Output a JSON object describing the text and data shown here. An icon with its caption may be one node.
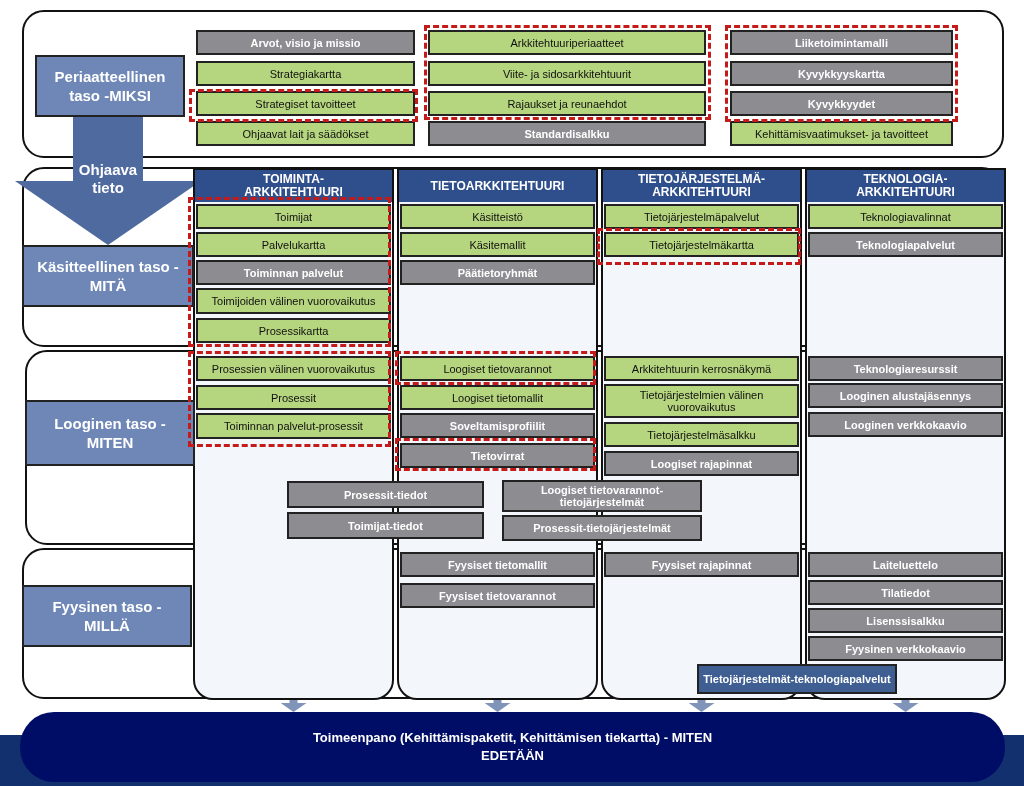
{
  "diagram": {
    "nodes": [
      {
        "text": [
          "Periaatteellinen taso -MIKSI"
        ]
      },
      {
        "text": [
          "Arvot, visio ja missio"
        ]
      },
      {
        "text": [
          "Arkkitehtuuriperiaatteet"
        ]
      },
      {
        "text": [
          "Liiketoimintamalli"
        ]
      },
      {
        "text": [
          "Strategiakartta"
        ]
      },
      {
        "text": [
          "Viite- ja sidosarkkitehtuurit"
        ]
      },
      {
        "text": [
          "Kyvykkyyskartta"
        ]
      },
      {
        "text": [
          "Strategiset tavoitteet"
        ]
      },
      {
        "text": [
          "Rajaukset ja reunaehdot"
        ]
      },
      {
        "text": [
          "Kyvykkyydet"
        ]
      },
      {
        "text": [
          "Ohjaavat lait ja säädökset"
        ]
      },
      {
        "text": [
          "Standardisalkku"
        ]
      },
      {
        "text": [
          "Kehittämisvaatimukset- ja tavoitteet"
        ]
      },
      {
        "text": [
          "Käsitteellinen taso - MITÄ"
        ]
      },
      {
        "text": [
          "Looginen taso - MITEN"
        ]
      },
      {
        "text": [
          "Fyysinen taso - MILLÄ"
        ]
      },
      {
        "text": [
          "TOIMINTA-ARKKITEHTUURI"
        ]
      },
      {
        "text": [
          "Toimijat"
        ],
        "in": 16
      },
      {
        "text": [
          "Palvelukartta"
        ],
        "in": 16
      },
      {
        "text": [
          "Toiminnan palvelut"
        ],
        "in": 16
      },
      {
        "text": [
          "Toimijoiden välinen vuorovaikutus"
        ],
        "in": 16
      },
      {
        "text": [
          "Prosessikartta"
        ],
        "in": 16
      },
      {
        "text": [
          "Prosessien välinen vuorovaikutus"
        ],
        "in": 16
      },
      {
        "text": [
          "Prosessit"
        ],
        "in": 16
      },
      {
        "text": [
          "Toiminnan palvelut-prosessit"
        ],
        "in": 16
      },
      {
        "text": [
          "TIETOARKKITEHTUURI"
        ]
      },
      {
        "text": [
          "Käsitteistö"
        ],
        "in": 25
      },
      {
        "text": [
          "Käsitemallit"
        ],
        "in": 25
      },
      {
        "text": [
          "Päätietoryhmät"
        ],
        "in": 25
      },
      {
        "text": [
          "Loogiset tietovarannot"
        ],
        "in": 25
      },
      {
        "text": [
          "Loogiset tietomallit"
        ],
        "in": 25
      },
      {
        "text": [
          "Soveltamisprofiilit"
        ],
        "in": 25
      },
      {
        "text": [
          "Tietovirrat"
        ],
        "in": 25
      },
      {
        "text": [
          "Fyysiset tietomallit"
        ],
        "in": 25
      },
      {
        "text": [
          "Fyysiset tietovarannot"
        ],
        "in": 25
      },
      {
        "text": [
          "TIETOJÄRJESTELMÄ-ARKKITEHTUURI"
        ]
      },
      {
        "text": [
          "Tietojärjestelmäpalvelut"
        ],
        "in": 35
      },
      {
        "text": [
          "Tietojärjestelmäkartta"
        ],
        "in": 35
      },
      {
        "text": [
          "Arkkitehtuurin kerrosnäkymä"
        ],
        "in": 35
      },
      {
        "text": [
          "Tietojärjestelmien välinen vuorovaikutus"
        ],
        "in": 35
      },
      {
        "text": [
          "Tietojärjestelmäsalkku"
        ],
        "in": 35
      },
      {
        "text": [
          "Loogiset rajapinnat"
        ],
        "in": 35
      },
      {
        "text": [
          "Fyysiset rajapinnat"
        ],
        "in": 35
      },
      {
        "text": [
          "TEKNOLOGIA-ARKKITEHTUURI"
        ]
      },
      {
        "text": [
          "Teknologiavalinnat"
        ],
        "in": 43
      },
      {
        "text": [
          "Teknologiapalvelut"
        ],
        "in": 43
      },
      {
        "text": [
          "Teknologiaresurssit"
        ],
        "in": 43
      },
      {
        "text": [
          "Looginen alustajäsennys"
        ],
        "in": 43
      },
      {
        "text": [
          "Looginen verkkokaavio"
        ],
        "in": 43
      },
      {
        "text": [
          "Laiteluettelo"
        ],
        "in": 43
      },
      {
        "text": [
          "Tilatiedot"
        ],
        "in": 43
      },
      {
        "text": [
          "Lisenssisalkku"
        ],
        "in": 43
      },
      {
        "text": [
          "Fyysinen verkkokaavio"
        ],
        "in": 43
      },
      {
        "text": [
          "Prosessit-tiedot"
        ]
      },
      {
        "text": [
          "Loogiset tietovarannot-tietojärjestelmät"
        ]
      },
      {
        "text": [
          "Toimijat-tiedot"
        ]
      },
      {
        "text": [
          "Prosessit-tietojärjestelmät"
        ]
      },
      {
        "text": [
          "Tietojärjestelmät-teknologiapalvelut"
        ]
      },
      {
        "text": [
          "Toimeenpano (Kehittämispaketit, Kehittämisen tiekartta) - MITEN EDETÄÄN"
        ]
      }
    ],
    "edges": [
      {
        "from": 0,
        "to": 13,
        "arrow": "to",
        "label": "Ohjaava tieto",
        "style": "thick"
      },
      {
        "from": 16,
        "to": 58,
        "arrow": "to"
      },
      {
        "from": 25,
        "to": 58,
        "arrow": "to"
      },
      {
        "from": 35,
        "to": 58,
        "arrow": "to"
      },
      {
        "from": 43,
        "to": 58,
        "arrow": "to"
      }
    ]
  }
}
